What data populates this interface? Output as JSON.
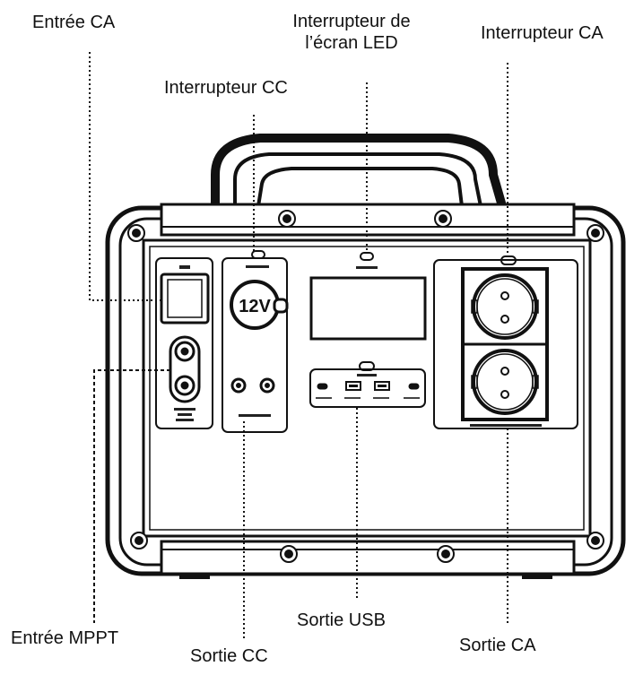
{
  "labels": {
    "ac_input": "Entrée CA",
    "led_switch_line1": "Interrupteur de",
    "led_switch_line2": "l’écran LED",
    "ac_switch": "Interrupteur CA",
    "dc_switch": "Interrupteur CC",
    "mppt_input": "Entrée MPPT",
    "usb_output": "Sortie USB",
    "dc_output": "Sortie CC",
    "ac_output": "Sortie CA"
  },
  "device": {
    "socket_12v": "12V"
  }
}
